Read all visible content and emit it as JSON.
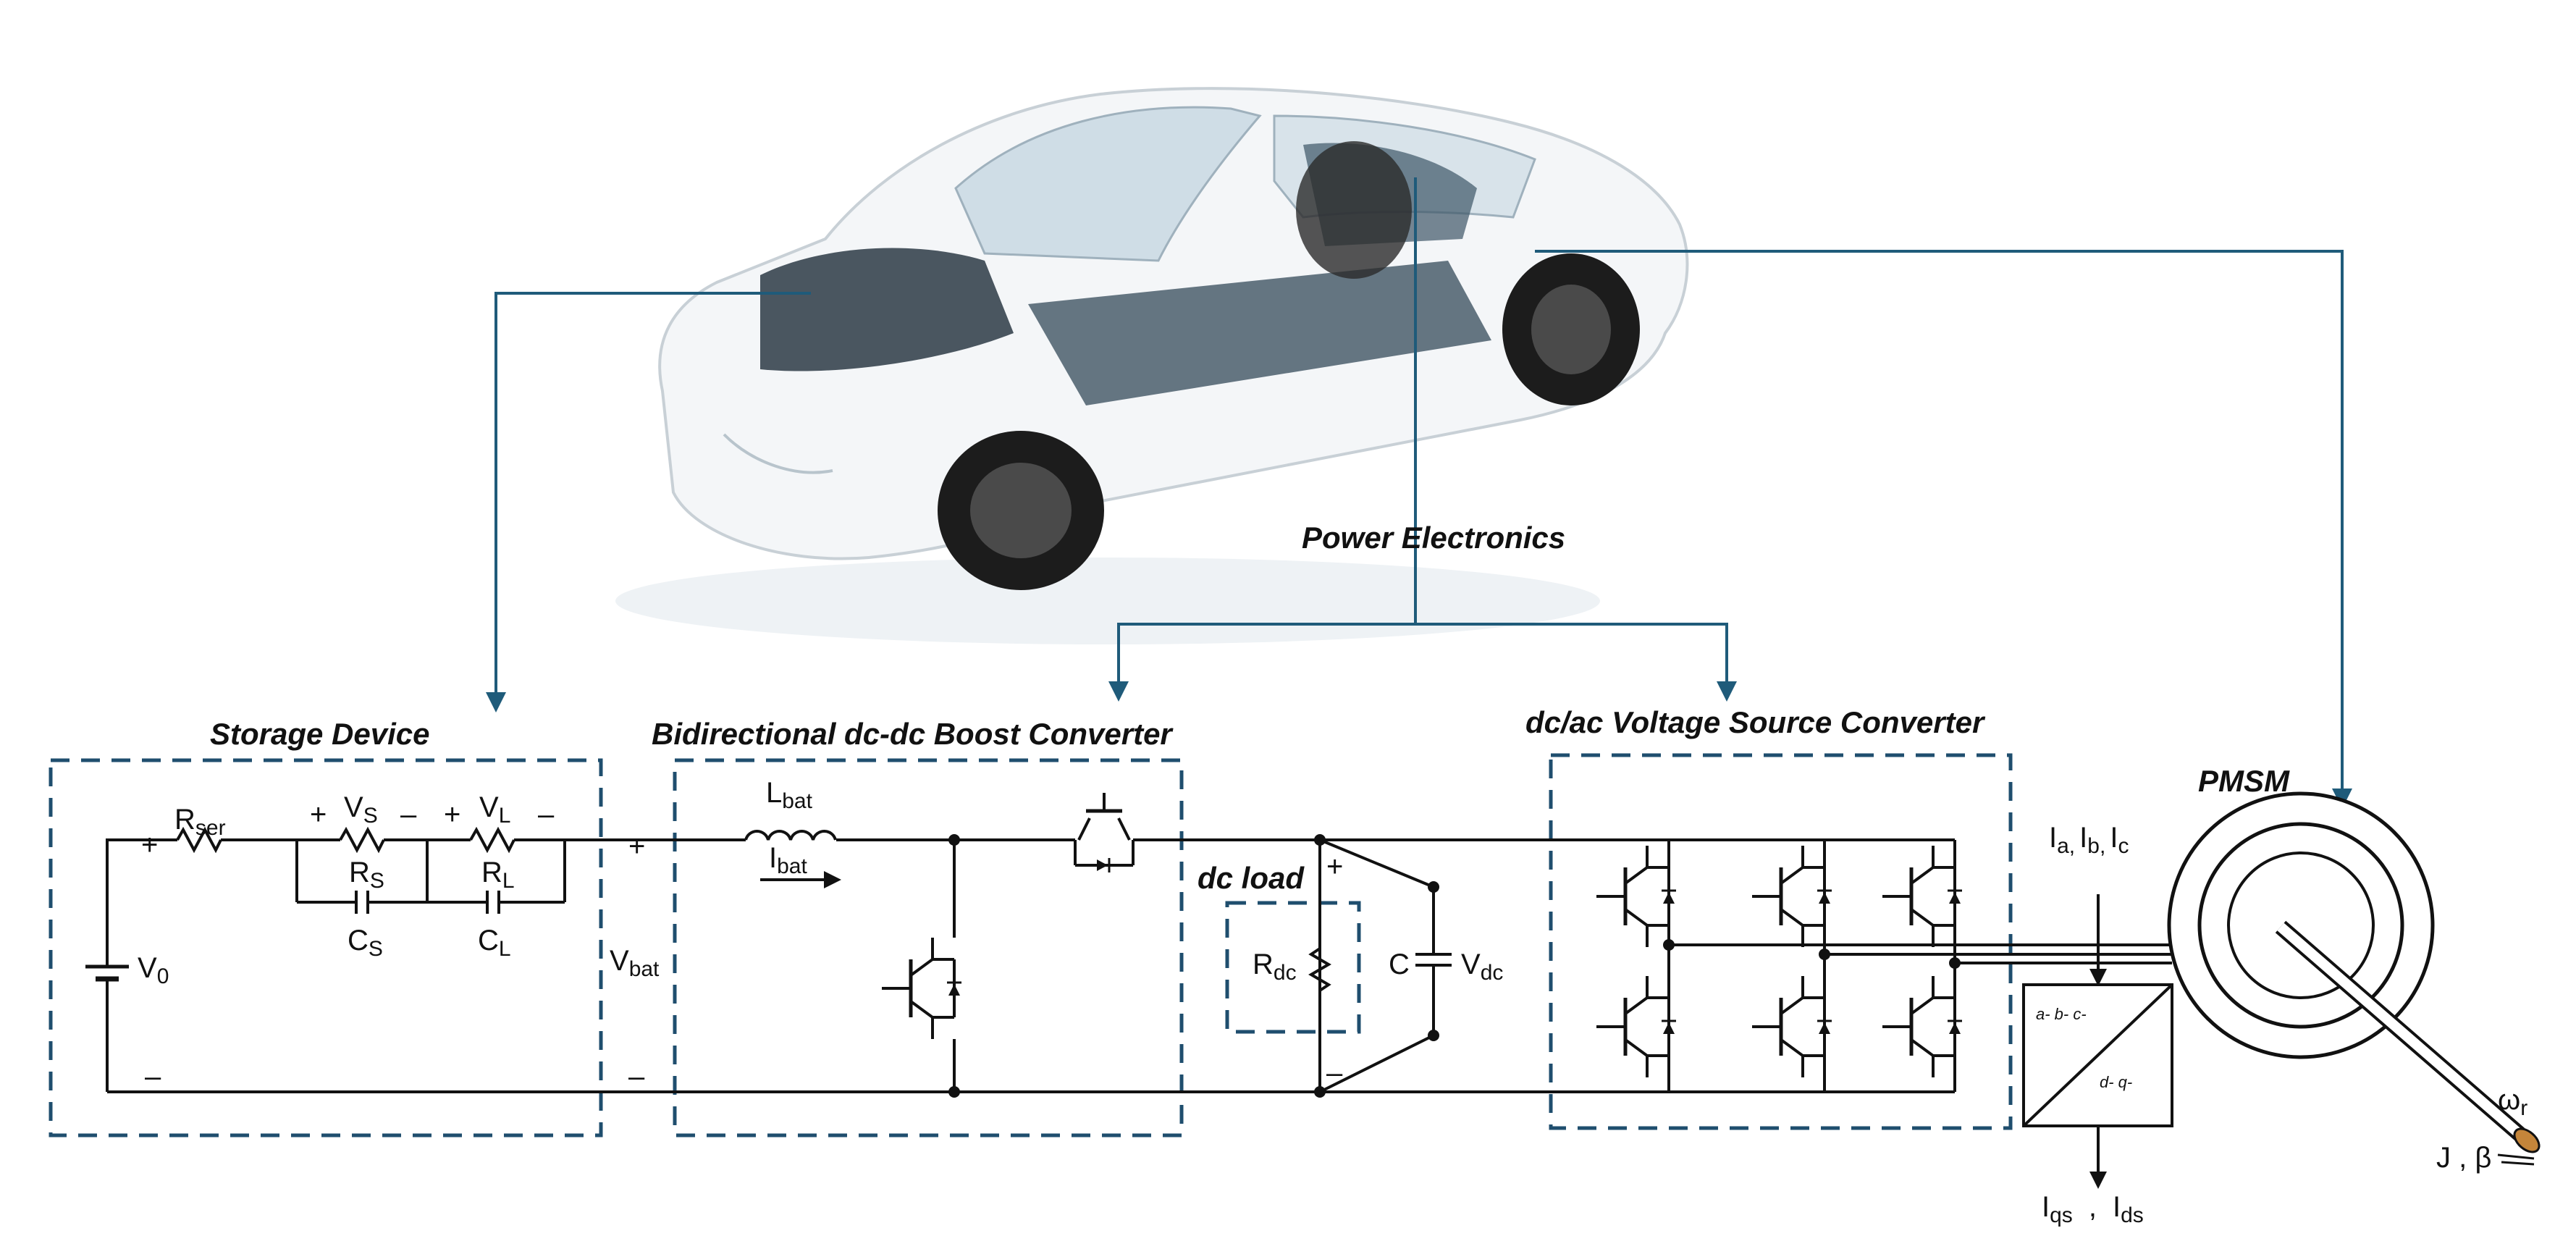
{
  "titles": {
    "storage": "Storage Device",
    "boost": "Bidirectional dc-dc Boost Converter",
    "vsc": "dc/ac Voltage Source Converter",
    "pmsm": "PMSM",
    "power_electronics": "Power   Electronics",
    "dc_load": "dc load"
  },
  "labels": {
    "rser": "R",
    "rser_sub": "ser",
    "vs": "V",
    "vs_sub": "S",
    "vl": "V",
    "vl_sub": "L",
    "rs": "R",
    "rs_sub": "S",
    "rl": "R",
    "rl_sub": "L",
    "cs": "C",
    "cs_sub": "S",
    "cl": "C",
    "cl_sub": "L",
    "v0": "V",
    "v0_sub": "0",
    "vbat": "V",
    "vbat_sub": "bat",
    "lbat": "L",
    "lbat_sub": "bat",
    "ibat": "I",
    "ibat_sub": "bat",
    "rdc": "R",
    "rdc_sub": "dc",
    "c": "C",
    "vdc": "V",
    "vdc_sub": "dc",
    "ia": "I",
    "ia_sub": "a,",
    "ib": "I",
    "ib_sub": "b,",
    "ic": "I",
    "ic_sub": "c",
    "iqs": "I",
    "iqs_sub": "qs",
    "comma": ",",
    "ids": "I",
    "ids_sub": "ds",
    "omega": "ω",
    "omega_sub": "r",
    "j_beta": "J , β",
    "abc": "a- b- c-",
    "dq": "d- q-",
    "plus": "+",
    "minus": "–"
  },
  "colors": {
    "arrow": "#1f5b7a",
    "box": "#1f4e6e",
    "wire": "#111111"
  }
}
